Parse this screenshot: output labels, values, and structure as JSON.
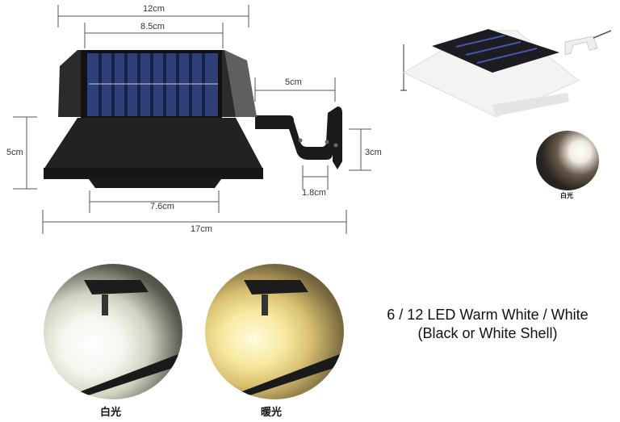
{
  "diagram": {
    "dimensions": {
      "overall_width": "12cm",
      "panel_width": "8.5cm",
      "bracket_arm": "5cm",
      "height": "5cm",
      "bracket_height": "3cm",
      "bracket_gap": "1.8cm",
      "base_width": "7.6cm",
      "total_length": "17cm"
    },
    "colors": {
      "housing": "#1c1c1c",
      "panel": "#2a3a6a",
      "dim_line": "#555555"
    }
  },
  "white_variant": {
    "caption": "白光"
  },
  "demo": {
    "white_light_caption": "白光",
    "warm_light_caption": "暖光"
  },
  "description": {
    "line1": "6 / 12 LED Warm White / White",
    "line2": "(Black or White Shell)"
  }
}
